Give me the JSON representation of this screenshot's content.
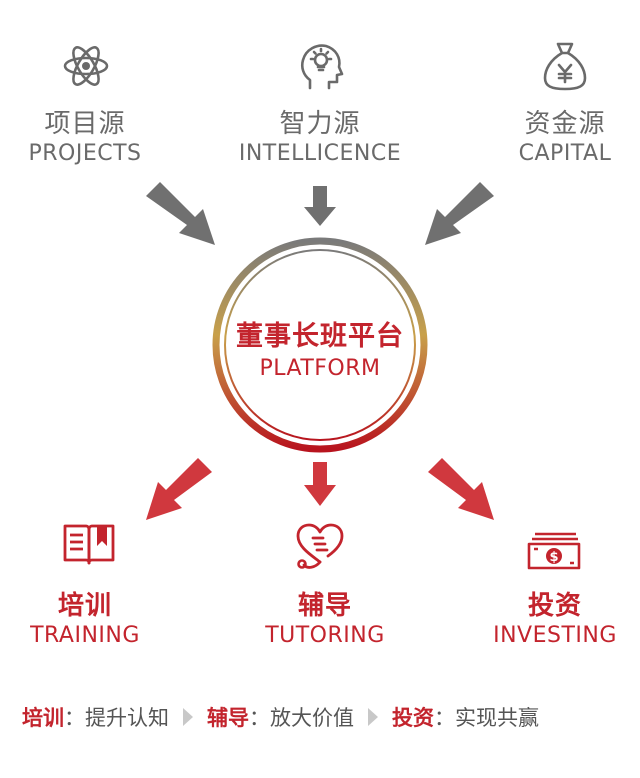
{
  "sources": [
    {
      "cn": "项目源",
      "en": "PROJECTS",
      "icon": "atom-icon"
    },
    {
      "cn": "智力源",
      "en": "INTELLICENCE",
      "icon": "head-lightbulb-icon"
    },
    {
      "cn": "资金源",
      "en": "CAPITAL",
      "icon": "money-bag-icon"
    }
  ],
  "hub": {
    "cn": "董事长班平台",
    "en": "PLATFORM"
  },
  "outputs": [
    {
      "cn": "培训",
      "en": "TRAINING",
      "icon": "book-icon"
    },
    {
      "cn": "辅导",
      "en": "TUTORING",
      "icon": "heart-stethoscope-icon"
    },
    {
      "cn": "投资",
      "en": "INVESTING",
      "icon": "banknote-icon"
    }
  ],
  "bottom": [
    {
      "key": "培训",
      "colon": "：",
      "value": "提升认知"
    },
    {
      "key": "辅导",
      "colon": "：",
      "value": "放大价值"
    },
    {
      "key": "投资",
      "colon": "：",
      "value": "实现共赢"
    }
  ],
  "colors": {
    "gray": "#6a6a6a",
    "red": "#c3242d",
    "ring_top": "#7a7a7a",
    "ring_mid": "#c8a04a",
    "ring_bottom": "#b8141e"
  }
}
